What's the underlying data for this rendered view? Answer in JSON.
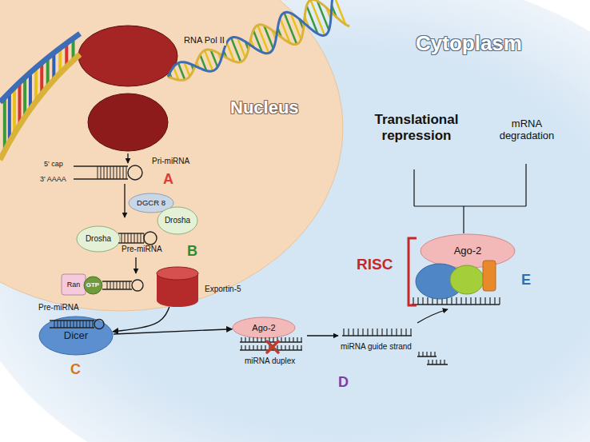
{
  "diagram": {
    "nodes": [
      {
        "text": [
          "Cytoplasm"
        ]
      },
      {
        "text": [
          "Nucleus"
        ],
        "in": 0
      },
      {
        "text": [
          "RNA Pol II"
        ],
        "in": 1
      },
      {
        "text": [
          "DGCR 8"
        ],
        "in": 1
      },
      {
        "text": [
          "Drosha"
        ],
        "in": 1
      },
      {
        "text": [
          "Drosha"
        ],
        "in": 1
      },
      {
        "text": [
          "Ran"
        ],
        "in": 1
      },
      {
        "text": [
          "GTP"
        ],
        "in": 1
      },
      {
        "text": [
          "Exportin-5"
        ],
        "in": 0
      },
      {
        "text": [
          "Dicer"
        ],
        "in": 0
      },
      {
        "text": [
          "Ago-2"
        ],
        "in": 0
      },
      {
        "text": [
          "Ago-2"
        ],
        "in": 0
      }
    ],
    "edges": [
      {
        "from": 8,
        "to": 9,
        "arrow": "to"
      },
      {
        "from": 9,
        "to": 10,
        "arrow": "to"
      }
    ],
    "labels": [
      "5' cap",
      "3' AAAA",
      "Pri-miRNA",
      "A",
      "Pre-miRNA",
      "B",
      "Pre-miRNA",
      "C",
      "miRNA duplex",
      "miRNA guide strand",
      "D",
      "Translational repression",
      "mRNA degradation",
      "RISC",
      "E"
    ]
  }
}
